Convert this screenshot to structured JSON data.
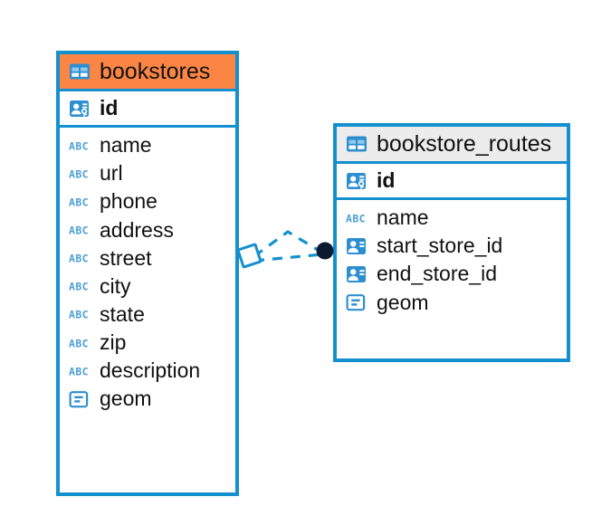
{
  "diagram": {
    "type": "entity-relationship-diagram",
    "colors": {
      "border": "#1490cf",
      "icon_blue": "#2e8fd0",
      "header_accent": "#fb8545",
      "header_plain": "#ececec",
      "text": "#111111",
      "connector_line": "#1490cf",
      "connector_endpoint": "#0b1a2e",
      "background": "#ffffff"
    },
    "entities": [
      {
        "id": "bookstores",
        "name": "bookstores",
        "header_style": "accent",
        "header_icon": "table-icon",
        "primary_key": {
          "name": "id",
          "icon": "primary-key-icon"
        },
        "fields": [
          {
            "name": "name",
            "icon": "text-type-icon"
          },
          {
            "name": "url",
            "icon": "text-type-icon"
          },
          {
            "name": "phone",
            "icon": "text-type-icon"
          },
          {
            "name": "address",
            "icon": "text-type-icon"
          },
          {
            "name": "street",
            "icon": "text-type-icon"
          },
          {
            "name": "city",
            "icon": "text-type-icon"
          },
          {
            "name": "state",
            "icon": "text-type-icon"
          },
          {
            "name": "zip",
            "icon": "text-type-icon"
          },
          {
            "name": "description",
            "icon": "text-type-icon"
          },
          {
            "name": "geom",
            "icon": "geometry-type-icon"
          }
        ]
      },
      {
        "id": "bookstore_routes",
        "name": "bookstore_routes",
        "header_style": "plain",
        "header_icon": "table-icon",
        "primary_key": {
          "name": "id",
          "icon": "primary-key-icon"
        },
        "fields": [
          {
            "name": "name",
            "icon": "text-type-icon"
          },
          {
            "name": "start_store_id",
            "icon": "foreign-key-icon"
          },
          {
            "name": "end_store_id",
            "icon": "foreign-key-icon"
          },
          {
            "name": "geom",
            "icon": "geometry-type-icon"
          }
        ]
      }
    ],
    "relationships": [
      {
        "from": "bookstore_routes.start_store_id",
        "to": "bookstores.id",
        "style": "dashed"
      },
      {
        "from": "bookstore_routes.end_store_id",
        "to": "bookstores.id",
        "style": "dashed"
      }
    ]
  }
}
